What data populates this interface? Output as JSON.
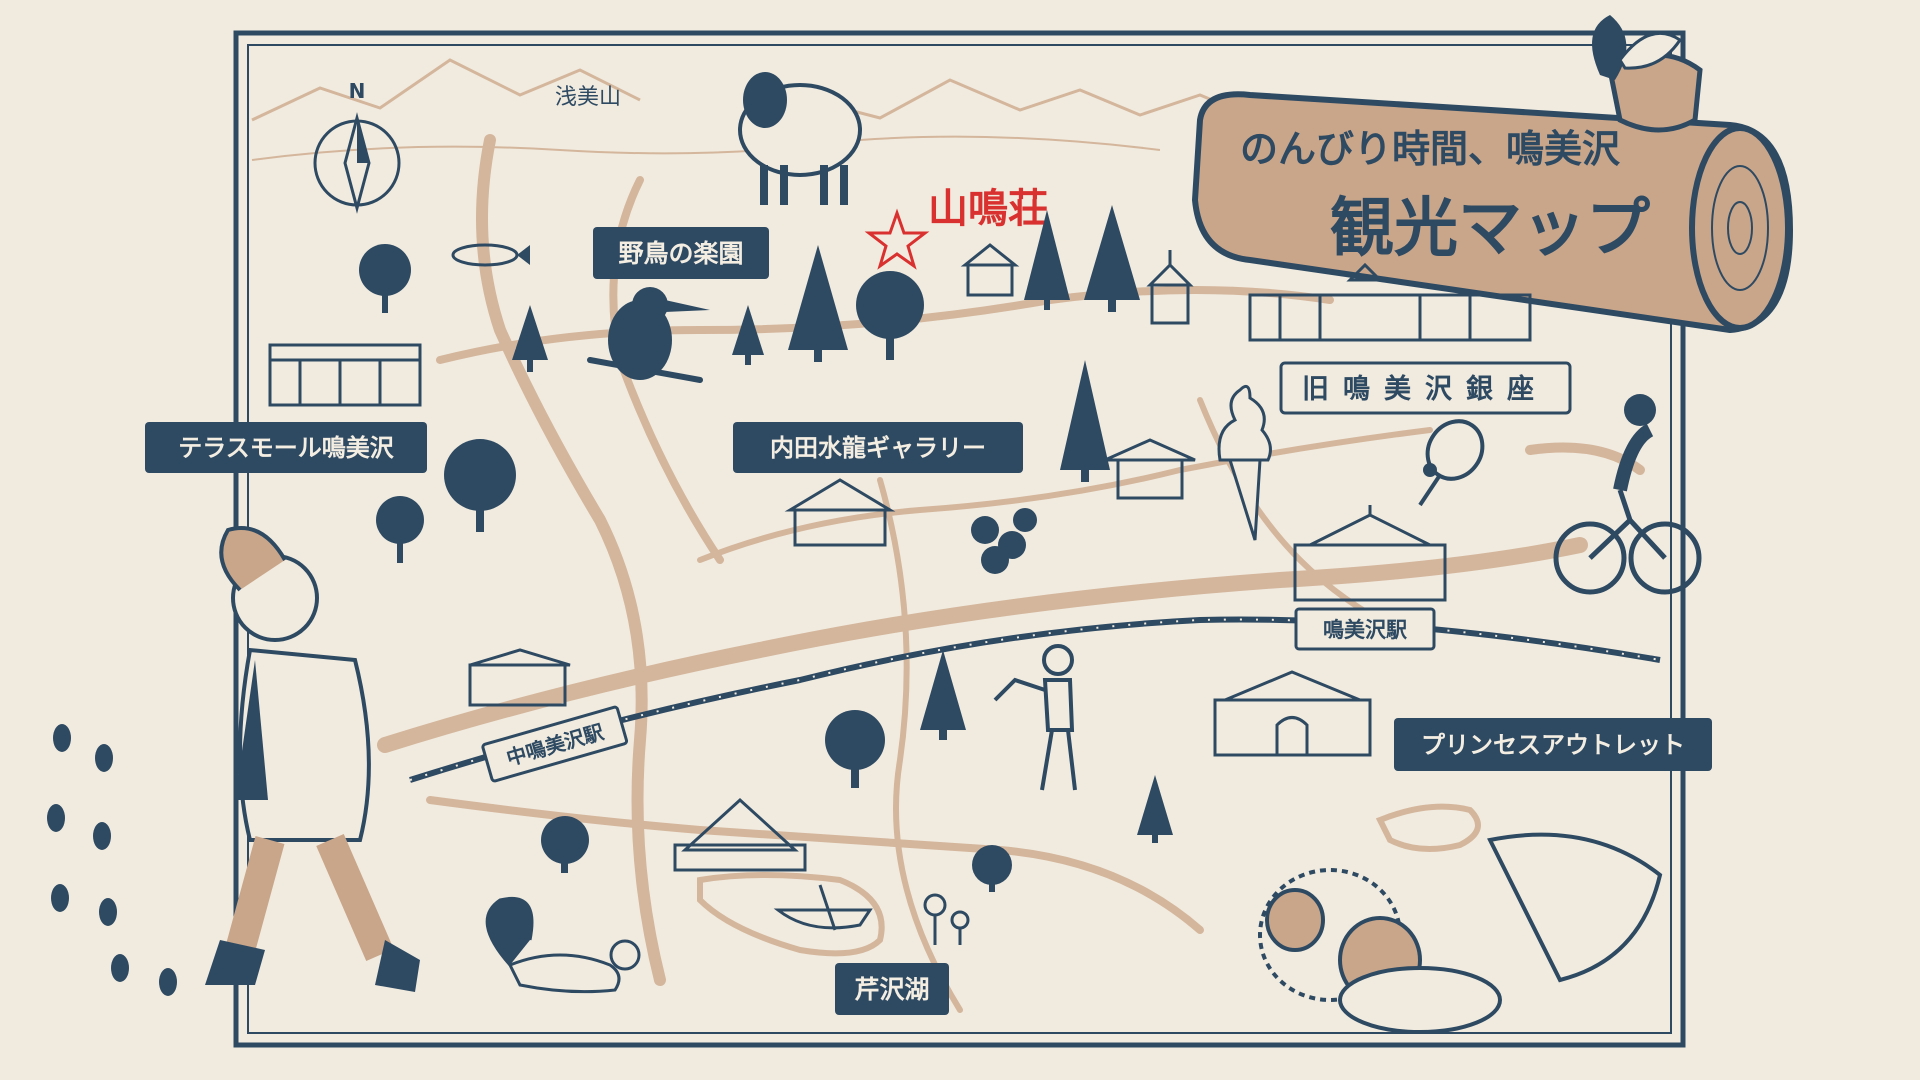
{
  "title": {
    "line1": "のんびり時間、鳴美沢",
    "line2": "観光マップ"
  },
  "compass": {
    "north": "N"
  },
  "mountain": {
    "label": "浅美山"
  },
  "featured": {
    "label": "山鳴荘",
    "marker_icon": "star-icon"
  },
  "places": {
    "wild_bird_park": "野鳥の楽園",
    "terrace_mall": "テラスモール鳴美沢",
    "uchida_gallery": "内田水龍ギャラリー",
    "old_ginza": "旧鳴美沢銀座",
    "princess_outlet": "プリンセスアウトレット",
    "serizawa_lake": "芹沢湖"
  },
  "stations": {
    "narumisawa": "鳴美沢駅",
    "naka_narumisawa": "中鳴美沢駅"
  },
  "colors": {
    "background": "#f1ebdf",
    "ink": "#2e4a63",
    "road": "#d4b69c",
    "log": "#c9a68a",
    "star": "#d9312f"
  }
}
